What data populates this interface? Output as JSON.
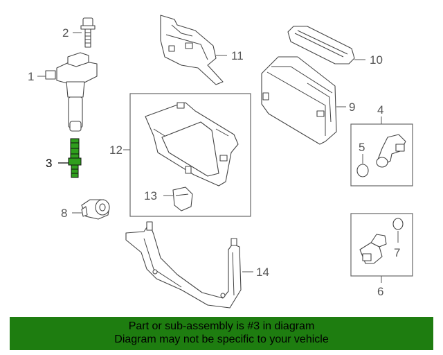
{
  "callouts": {
    "c1": "1",
    "c2": "2",
    "c3": "3",
    "c4": "4",
    "c5": "5",
    "c6": "6",
    "c7": "7",
    "c8": "8",
    "c9": "9",
    "c10": "10",
    "c11": "11",
    "c12": "12",
    "c13": "13",
    "c14": "14"
  },
  "highlight": {
    "part": "3",
    "color": "#1e7d10"
  },
  "footer": {
    "line1": "Part or sub-assembly is #3 in diagram",
    "line2": "Diagram may not be specific to your vehicle",
    "background": "#1e7d10"
  }
}
